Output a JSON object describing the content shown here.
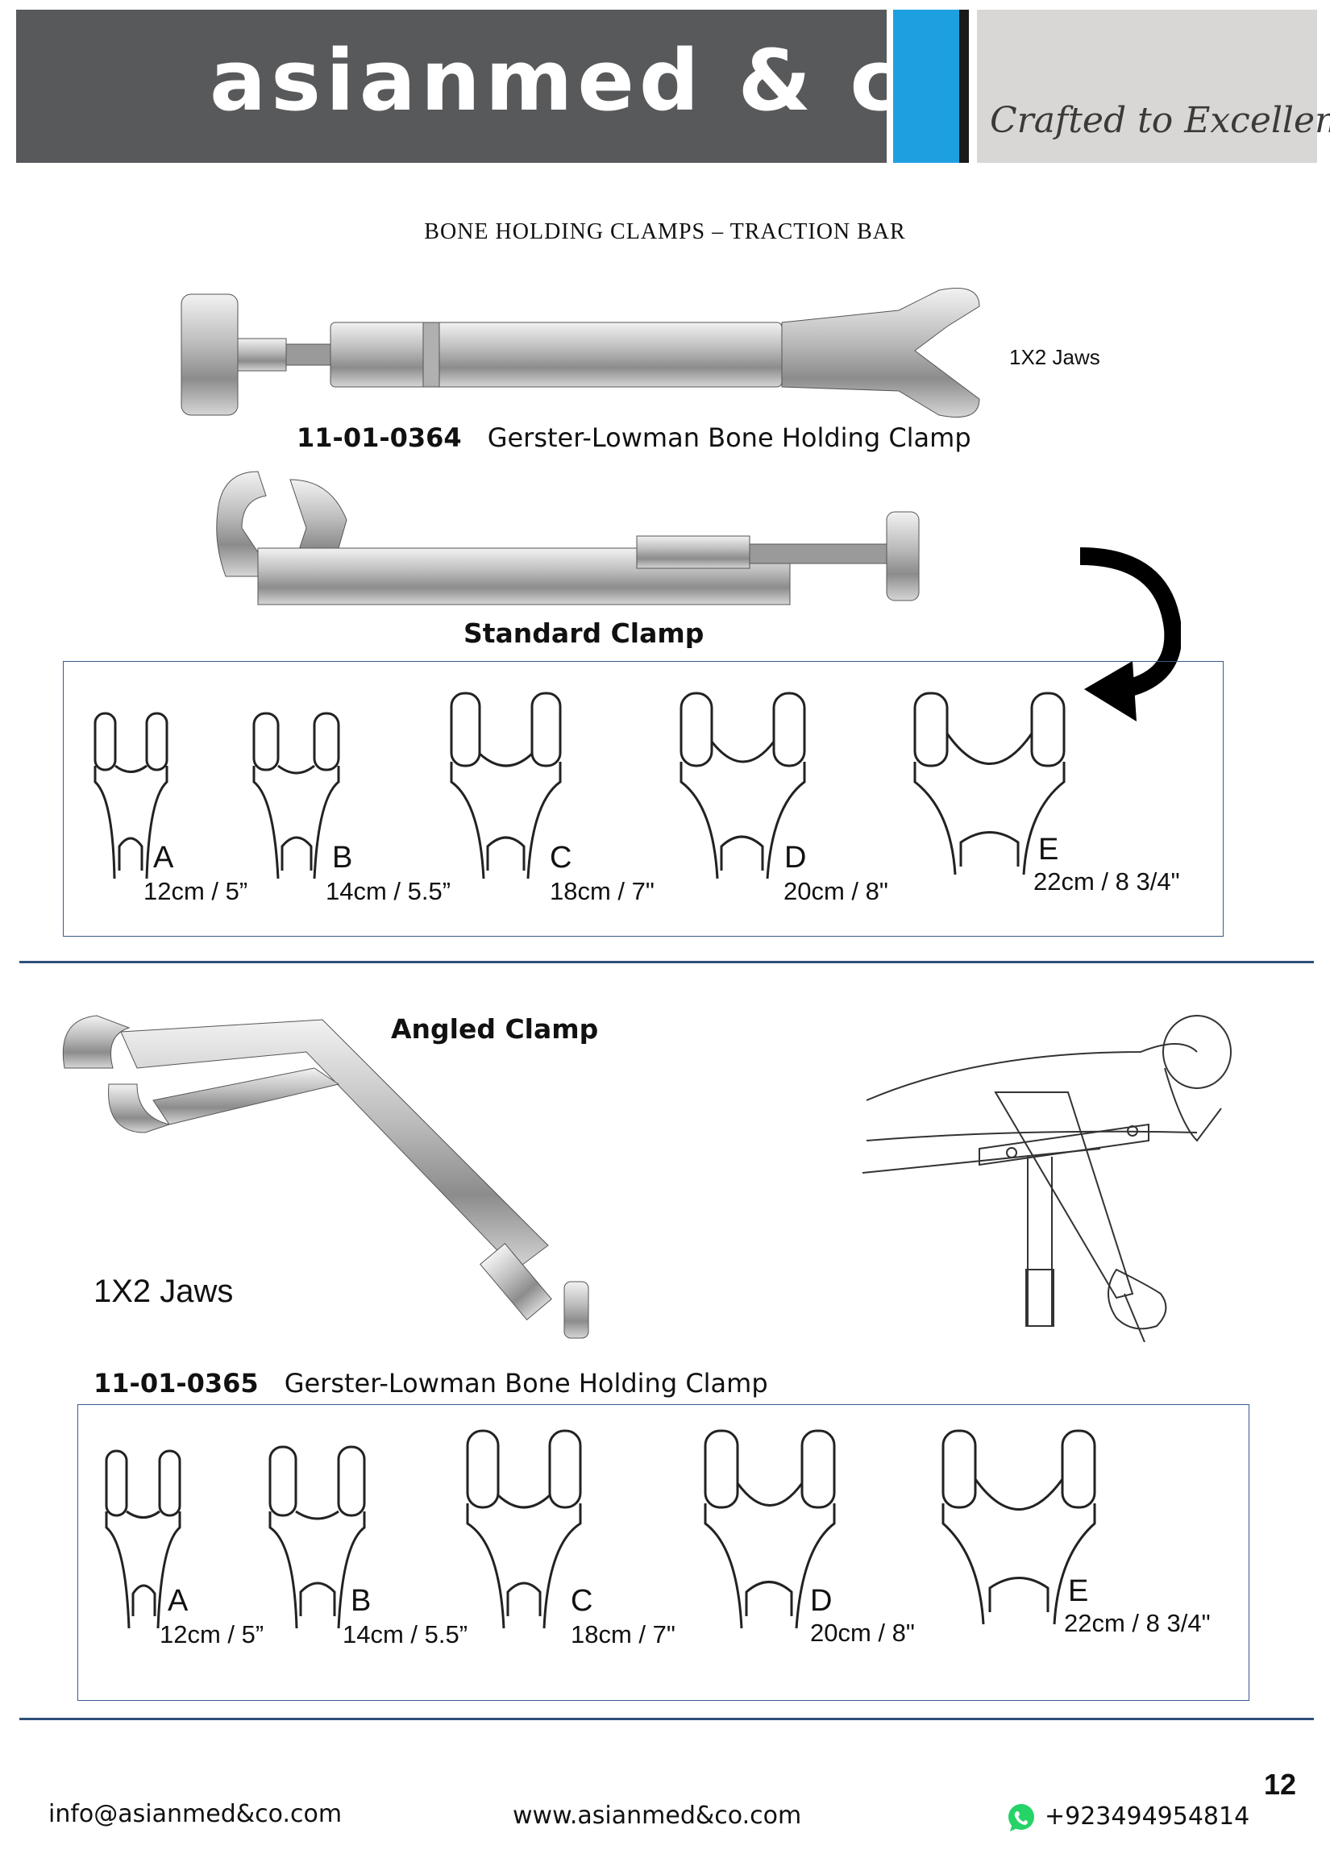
{
  "header": {
    "brand": "asianmed & co",
    "tagline": "Crafted to Excellence"
  },
  "page_title": "BONE HOLDING CLAMPS – TRACTION BAR",
  "product1": {
    "jaws_label": "1X2 Jaws",
    "code": "11-01-0364",
    "name": "Gerster-Lowman Bone Holding Clamp"
  },
  "standard_clamp": {
    "label": "Standard Clamp",
    "sizes": [
      {
        "letter": "A",
        "size": "12cm / 5”"
      },
      {
        "letter": "B",
        "size": "14cm / 5.5”"
      },
      {
        "letter": "C",
        "size": "18cm / 7\""
      },
      {
        "letter": "D",
        "size": "20cm / 8\""
      },
      {
        "letter": "E",
        "size": "22cm / 8 3/4\""
      }
    ]
  },
  "angled_clamp": {
    "label": "Angled Clamp",
    "jaws_label": "1X2 Jaws",
    "code": "11-01-0365",
    "name": "Gerster-Lowman Bone Holding Clamp",
    "sizes": [
      {
        "letter": "A",
        "size": "12cm / 5”"
      },
      {
        "letter": "B",
        "size": "14cm / 5.5”"
      },
      {
        "letter": "C",
        "size": "18cm / 7\""
      },
      {
        "letter": "D",
        "size": "20cm / 8\""
      },
      {
        "letter": "E",
        "size": "22cm / 8 3/4\""
      }
    ]
  },
  "footer": {
    "email": "info@asianmed&co.com",
    "website": "www.asianmed&co.com",
    "phone": "+923494954814",
    "page_number": "12"
  },
  "colors": {
    "header_dark": "#58595b",
    "header_blue": "#1ea0e0",
    "header_light": "#d8d7d5",
    "rule": "#2f4f7a",
    "whatsapp": "#25d366"
  }
}
